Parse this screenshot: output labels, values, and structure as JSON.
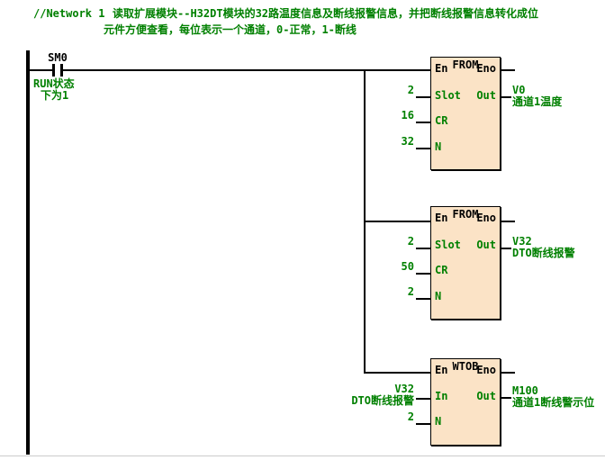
{
  "network_comment": {
    "label": "//Network 1",
    "line1": "读取扩展模块--H32DT模块的32路温度信息及断线报警信息，并把断线报警信息转化成位",
    "line2": "元件方便查看，每位表示一个通道，0-正常，1-断线"
  },
  "contact": {
    "name": "SM0",
    "comment_line1": "RUN状态",
    "comment_line2": "下为1"
  },
  "blocks": [
    {
      "title": "FROM",
      "en": "En",
      "eno": "Eno",
      "out": "Out",
      "pins": [
        {
          "label": "Slot",
          "value": "2"
        },
        {
          "label": "CR",
          "value": "16"
        },
        {
          "label": "N",
          "value": "32"
        }
      ],
      "output": {
        "operand": "V0",
        "comment": "通道1温度"
      }
    },
    {
      "title": "FROM",
      "en": "En",
      "eno": "Eno",
      "out": "Out",
      "pins": [
        {
          "label": "Slot",
          "value": "2"
        },
        {
          "label": "CR",
          "value": "50"
        },
        {
          "label": "N",
          "value": "2"
        }
      ],
      "output": {
        "operand": "V32",
        "comment": "DTO断线报警"
      }
    },
    {
      "title": "WTOB",
      "en": "En",
      "eno": "Eno",
      "out": "Out",
      "pins": [
        {
          "label": "In",
          "operand": "V32",
          "operand_comment": "DTO断线报警"
        },
        {
          "label": "N",
          "value": "2"
        }
      ],
      "output": {
        "operand": "M100",
        "comment": "通道1断线警示位"
      }
    }
  ],
  "colors": {
    "comment_green": "#008000",
    "operand_green": "#008000",
    "block_fill": "#FBE3C6",
    "wire": "#000000"
  }
}
